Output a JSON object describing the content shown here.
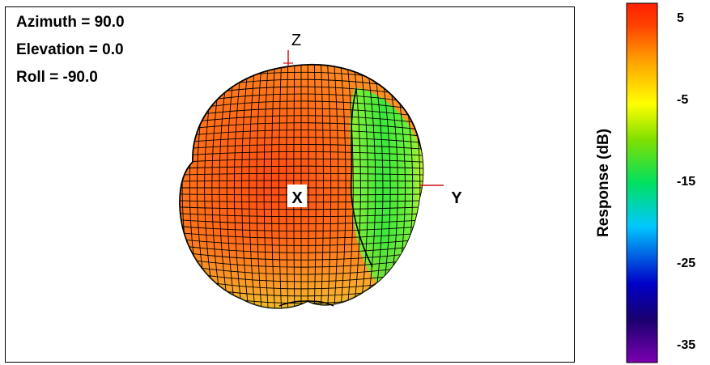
{
  "view": {
    "azimuth": "Azimuth = 90.0",
    "elevation": "Elevation = 0.0",
    "roll": "Roll = -90.0"
  },
  "axes": {
    "z": "Z",
    "y": "Y",
    "x": "X"
  },
  "colors": {
    "axis_line": "#d01010",
    "mesh": "#000000",
    "frame": "#000000"
  },
  "chart_data": {
    "type": "3d-surface",
    "colorbar": {
      "label": "Response  (dB)",
      "ticks": [
        "5",
        "-5",
        "-15",
        "-25",
        "-35"
      ],
      "tick_values": [
        5,
        -5,
        -15,
        -25,
        -35
      ],
      "range": [
        -37,
        7
      ],
      "colormap": [
        "#7a00b0",
        "#0000a0",
        "#0000ff",
        "#00c8ff",
        "#00e060",
        "#80e000",
        "#ffff00",
        "#ffa000",
        "#ff4000",
        "#ff2000"
      ]
    }
  }
}
